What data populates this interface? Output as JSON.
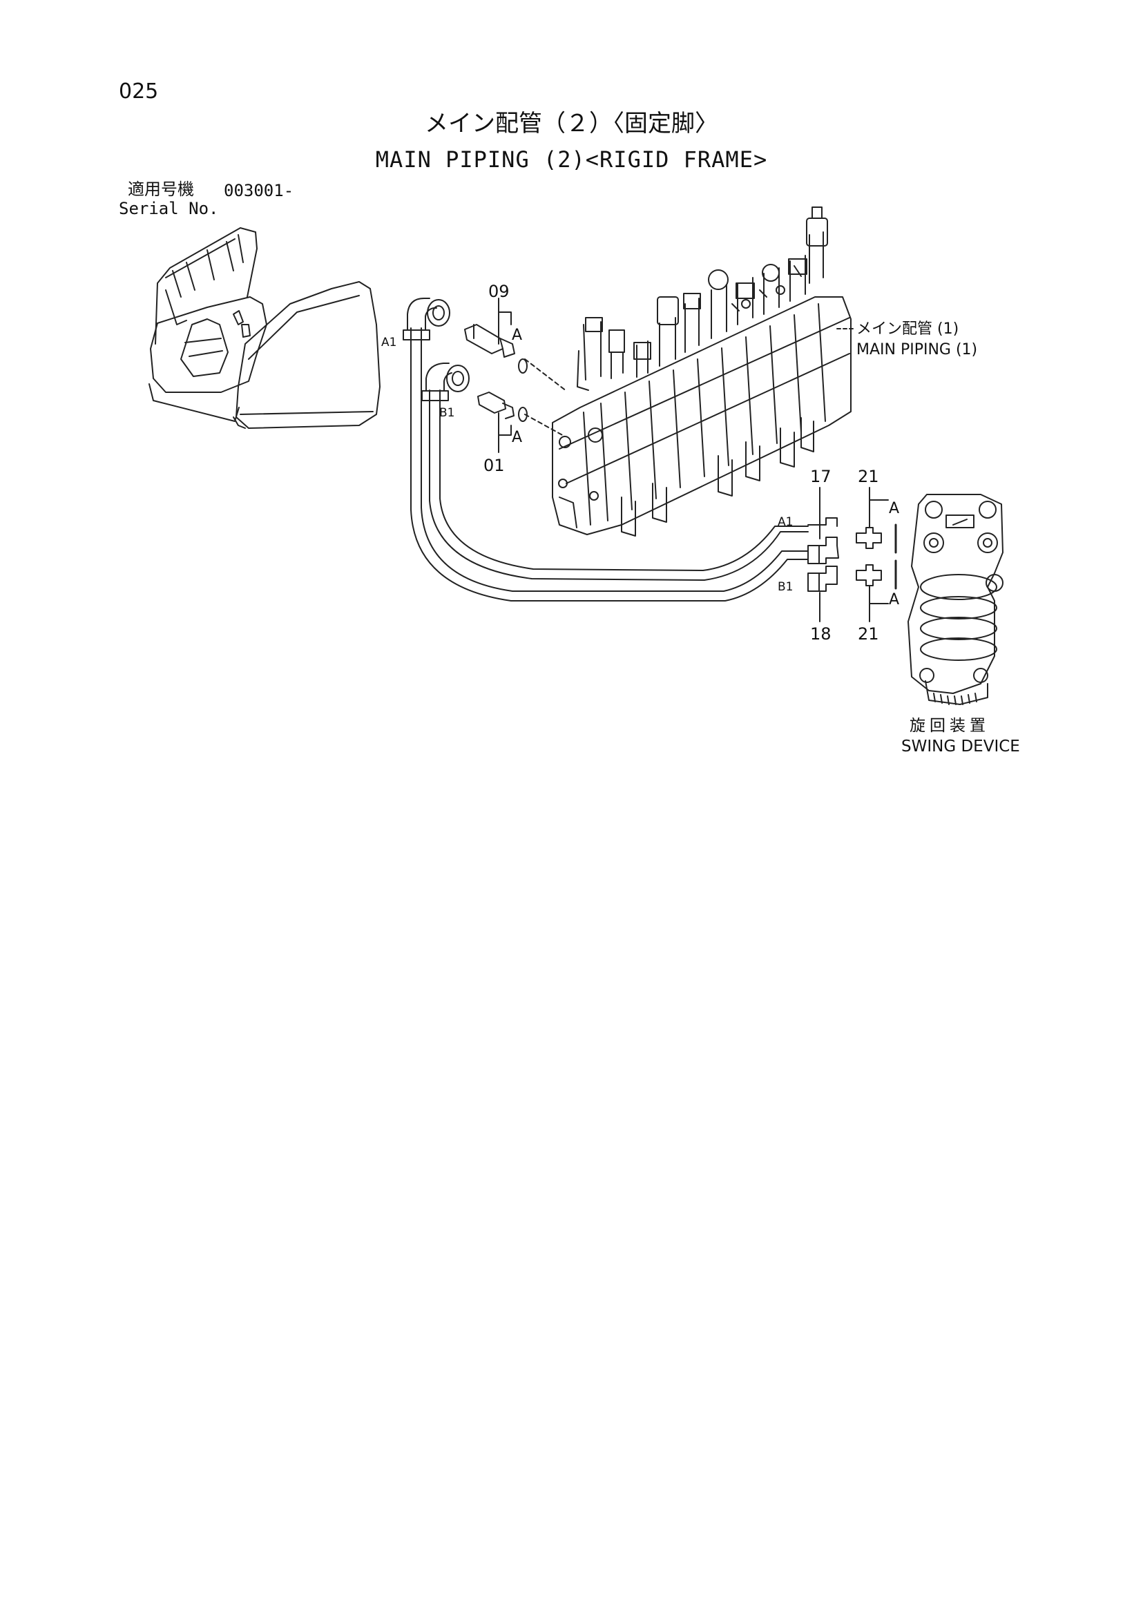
{
  "page_number": "025",
  "title": {
    "japanese": "メイン配管（２）〈固定脚〉",
    "english": "MAIN PIPING (2)<RIGID FRAME>"
  },
  "serial": {
    "label_ja": "適用号機",
    "value": "003001-",
    "label_en": "Serial No."
  },
  "references": {
    "main_piping_1": {
      "ja": "メイン配管 (1)",
      "en": "MAIN PIPING (1)"
    },
    "swing_device": {
      "ja": "旋回装置",
      "en": "SWING DEVICE"
    }
  },
  "parts": {
    "p09": "09",
    "p01": "01",
    "p17": "17",
    "p18": "18",
    "p21_top": "21",
    "p21_bottom": "21"
  },
  "connections": {
    "a1_top": "A1",
    "b1_top": "B1",
    "a1_right": "A1",
    "b1_right": "B1"
  },
  "section_marks": {
    "a_09": "A",
    "a_01": "A",
    "a_21_top": "A",
    "a_21_bottom": "A"
  }
}
